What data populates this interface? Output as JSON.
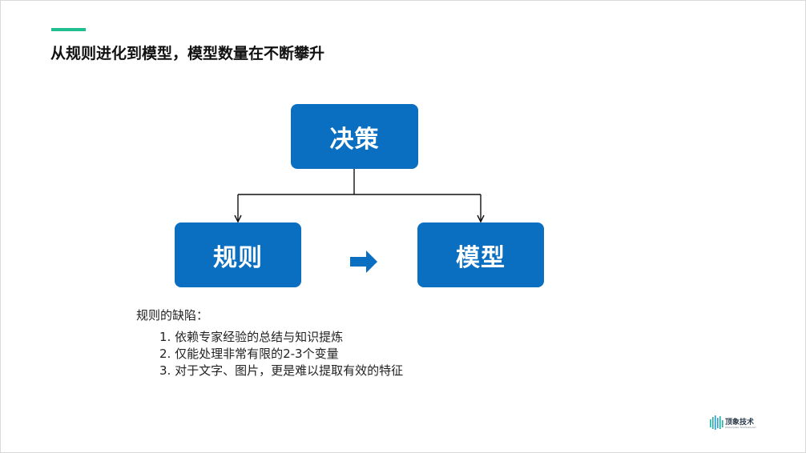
{
  "slide": {
    "title": "从规则进化到模型，模型数量在不断攀升",
    "accent_color": "#1fbf8f"
  },
  "diagram": {
    "node_color": "#0b6fc1",
    "nodes": {
      "decision": "决策",
      "rule": "规则",
      "model": "模型"
    },
    "edges": [
      {
        "from": "decision",
        "to": "rule",
        "style": "branch-arrow"
      },
      {
        "from": "decision",
        "to": "model",
        "style": "branch-arrow"
      },
      {
        "from": "rule",
        "to": "model",
        "style": "block-arrow"
      }
    ]
  },
  "defects": {
    "heading": "规则的缺陷：",
    "items": [
      "1. 依赖专家经验的总结与知识提炼",
      "2. 仅能处理非常有限的2-3个变量",
      "3. 对于文字、图片，更是难以提取有效的特征"
    ]
  },
  "logo": {
    "name": "顶象技术",
    "subtitle": "DINGXIANG TECHNOLOGY",
    "icon": "barcode-wave-icon"
  }
}
